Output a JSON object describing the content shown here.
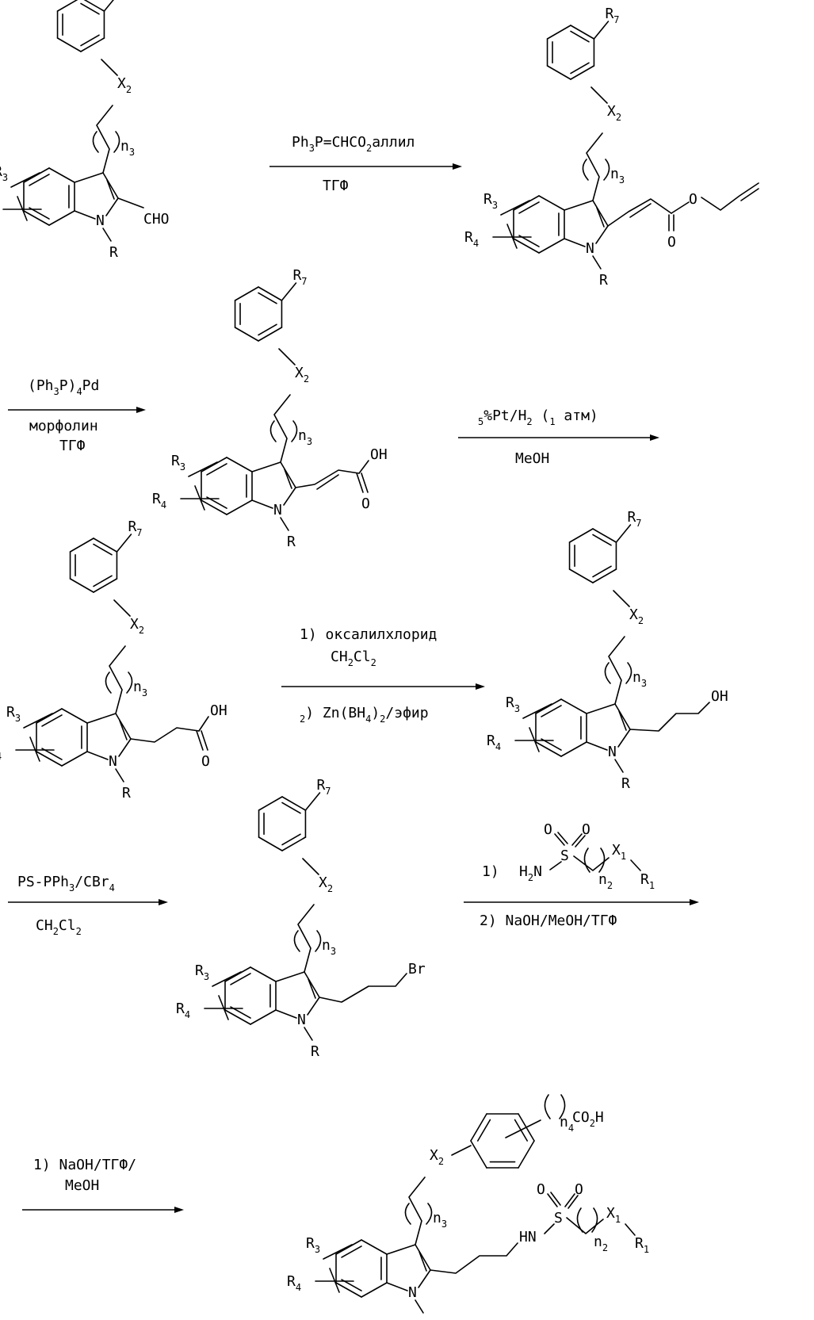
{
  "labels": {
    "R": "R",
    "R1": "R1",
    "R3": "R3",
    "R4": "R4",
    "R7": "R7",
    "X1": "X1",
    "X2": "X2",
    "n2": "n2",
    "n3": "n3",
    "n4": "n4",
    "N": "N",
    "CHO": "CHO",
    "O": "O",
    "OH": "OH",
    "Br": "Br",
    "HN": "HN",
    "S": "S",
    "H2N": "H2N",
    "CO2H": "CO2H"
  },
  "steps": {
    "step1": {
      "reagent_top": "Ph3P=CHCO2аллил",
      "reagent_bottom": "ТГФ"
    },
    "step2": {
      "reagent_line1": "(Ph3P)4Pd",
      "reagent_line2": "морфолин",
      "reagent_line3": "ТГФ"
    },
    "step3": {
      "reagent_top": "5%Pt/H2 (1 атм)",
      "reagent_bottom": "MeOH"
    },
    "step4": {
      "reagent_line1": "1) оксалилхлорид",
      "reagent_line2": "CH2Cl2",
      "reagent_line3": "2) Zn(BH4)2/эфир"
    },
    "step5": {
      "reagent_top": "PS-PPh3/CBr4",
      "reagent_bottom": "CH2Cl2"
    },
    "step6": {
      "reagent_line1": "1)",
      "reagent_line2": "2) NaOH/MeOH/ТГФ"
    },
    "step7": {
      "reagent_line1": "1) NaOH/ТГФ/",
      "reagent_line2": "MeOH"
    }
  }
}
